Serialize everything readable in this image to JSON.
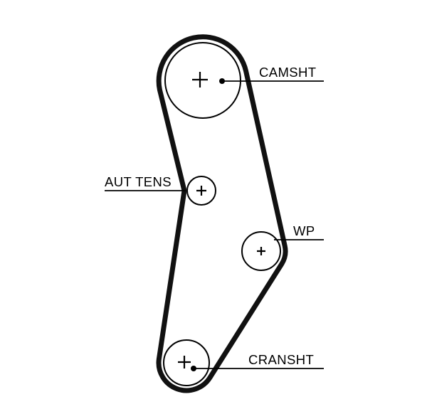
{
  "diagram": {
    "type": "timing-belt-routing-diagram",
    "background": "#ffffff",
    "belt_color": "#111111",
    "line_color": "#000000",
    "pulleys": [
      {
        "id": "camshaft",
        "label": "CAMSHT"
      },
      {
        "id": "tensioner",
        "label": "AUT TENS"
      },
      {
        "id": "water-pump",
        "label": "WP"
      },
      {
        "id": "crankshaft",
        "label": "CRANSHT"
      }
    ]
  }
}
